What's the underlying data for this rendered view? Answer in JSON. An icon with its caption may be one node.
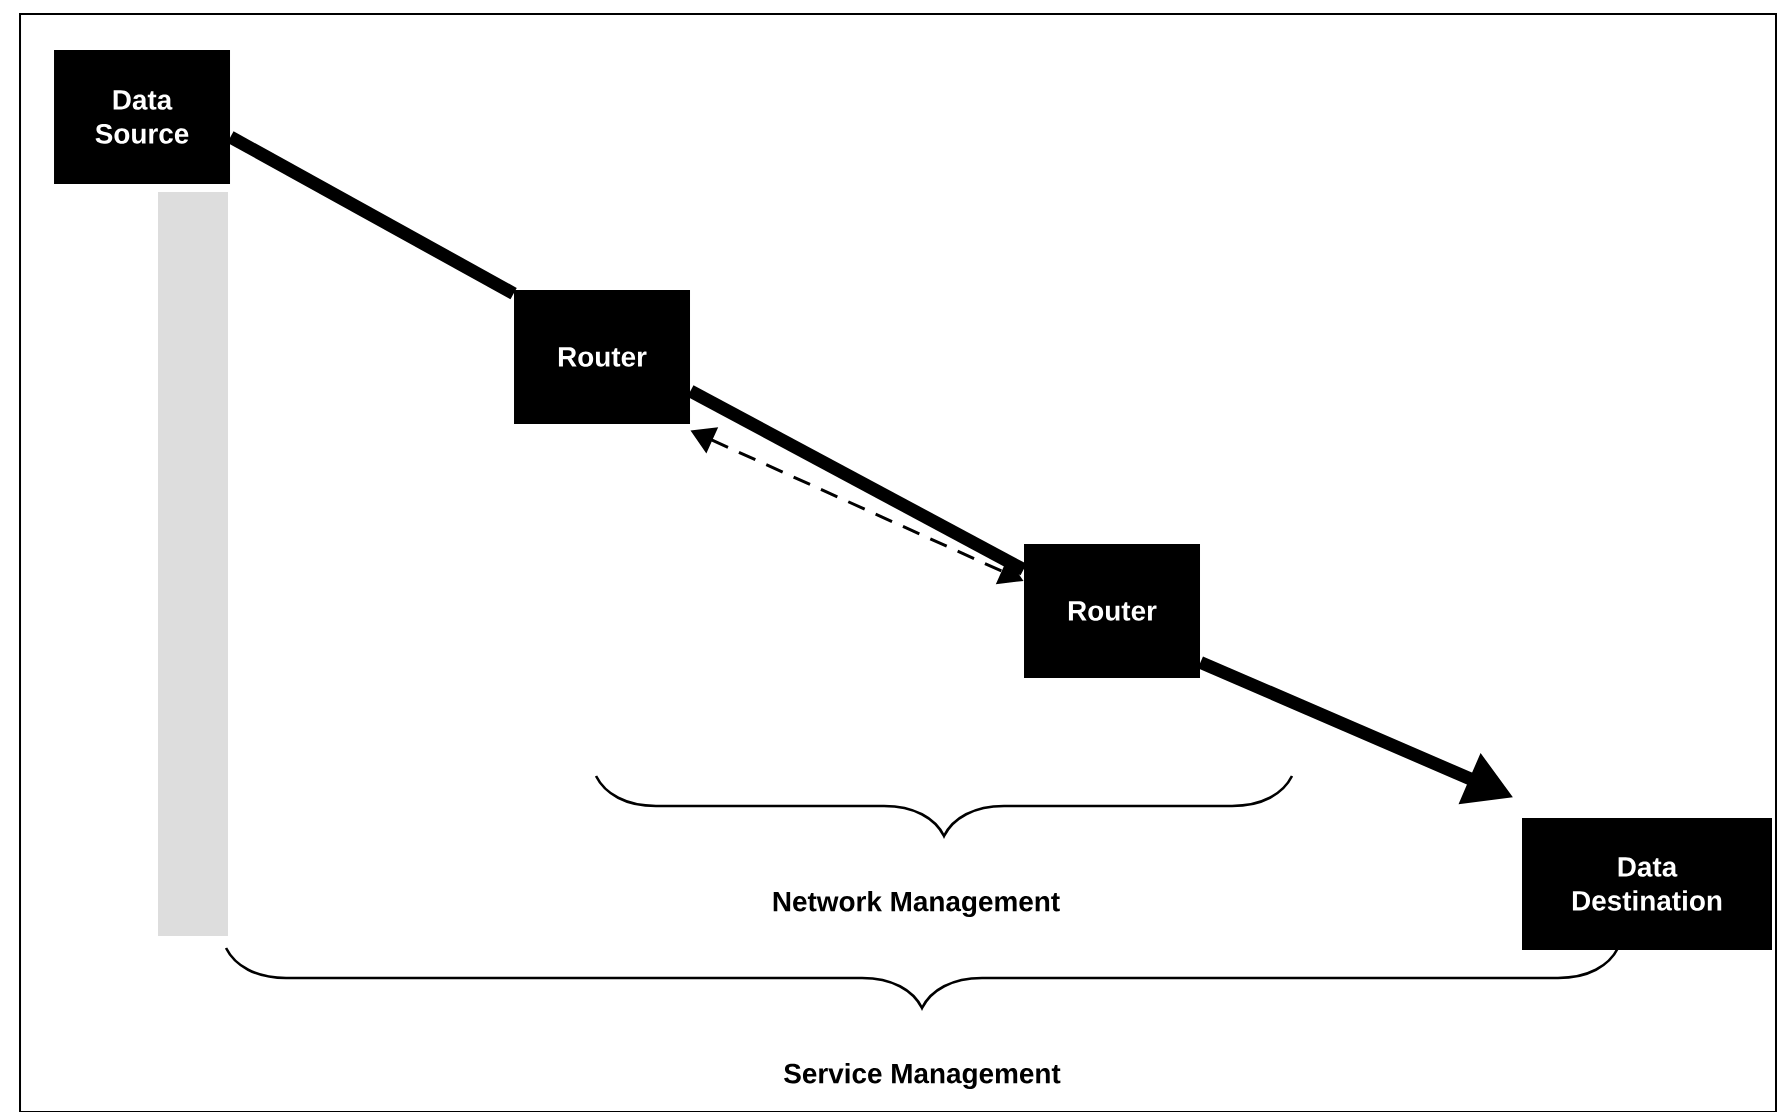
{
  "diagram": {
    "nodes": [
      {
        "text": [
          "Data Source"
        ]
      },
      {
        "text": [
          "Router"
        ]
      },
      {
        "text": [
          "Router"
        ]
      },
      {
        "text": [
          "Data Destination"
        ]
      },
      {
        "text": [],
        "shape": "bar"
      }
    ],
    "edges": [
      {
        "from": 0,
        "to": 1,
        "arrow": "none"
      },
      {
        "from": 1,
        "to": 2,
        "arrow": "none"
      },
      {
        "from": 2,
        "to": 3,
        "arrow": "to"
      },
      {
        "from": 1,
        "to": 2,
        "arrow": "both",
        "style": "dashed"
      }
    ],
    "labels": [
      "Network Management",
      "Service Management"
    ]
  }
}
